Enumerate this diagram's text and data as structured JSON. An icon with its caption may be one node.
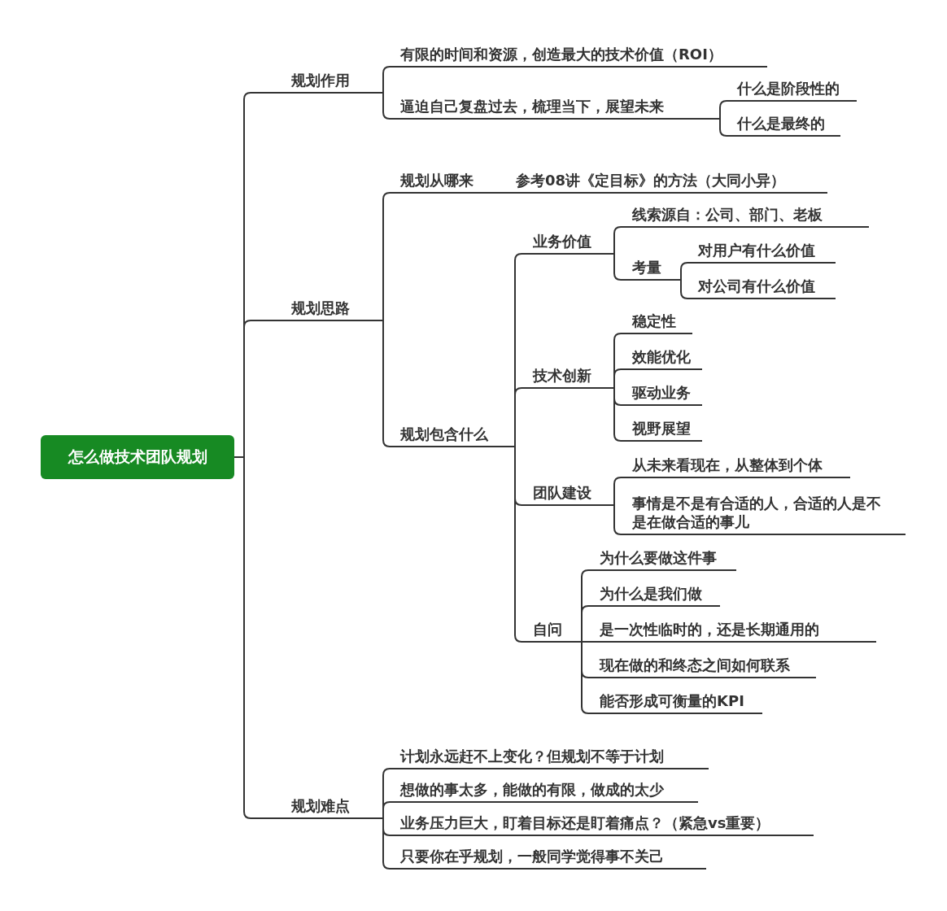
{
  "diagram": {
    "nodes": [
      {
        "text": [
          "怎么做技术团队规划"
        ]
      },
      {
        "text": [
          "规划作用"
        ]
      },
      {
        "text": [
          "有限的时间和资源，创造最大的技术价值（ROI）"
        ]
      },
      {
        "text": [
          "逼迫自己复盘过去，梳理当下，展望未来"
        ]
      },
      {
        "text": [
          "什么是阶段性的"
        ]
      },
      {
        "text": [
          "什么是最终的"
        ]
      },
      {
        "text": [
          "规划思路"
        ]
      },
      {
        "text": [
          "规划从哪来"
        ]
      },
      {
        "text": [
          "参考08讲《定目标》的方法（大同小异）"
        ]
      },
      {
        "text": [
          "规划包含什么"
        ]
      },
      {
        "text": [
          "业务价值"
        ]
      },
      {
        "text": [
          "线索源自：公司、部门、老板"
        ]
      },
      {
        "text": [
          "考量"
        ]
      },
      {
        "text": [
          "对用户有什么价值"
        ]
      },
      {
        "text": [
          "对公司有什么价值"
        ]
      },
      {
        "text": [
          "技术创新"
        ]
      },
      {
        "text": [
          "稳定性"
        ]
      },
      {
        "text": [
          "效能优化"
        ]
      },
      {
        "text": [
          "驱动业务"
        ]
      },
      {
        "text": [
          "视野展望"
        ]
      },
      {
        "text": [
          "团队建设"
        ]
      },
      {
        "text": [
          "从未来看现在，从整体到个体"
        ]
      },
      {
        "text": [
          "事情是不是有合适的人，合适的人是不是在做合适的事儿"
        ]
      },
      {
        "text": [
          "自问"
        ]
      },
      {
        "text": [
          "为什么要做这件事"
        ]
      },
      {
        "text": [
          "为什么是我们做"
        ]
      },
      {
        "text": [
          "是一次性临时的，还是长期通用的"
        ]
      },
      {
        "text": [
          "现在做的和终态之间如何联系"
        ]
      },
      {
        "text": [
          "能否形成可衡量的KPI"
        ]
      },
      {
        "text": [
          "规划难点"
        ]
      },
      {
        "text": [
          "计划永远赶不上变化？但规划不等于计划"
        ]
      },
      {
        "text": [
          "想做的事太多，能做的有限，做成的太少"
        ]
      },
      {
        "text": [
          "业务压力巨大，盯着目标还是盯着痛点？（紧急vs重要）"
        ]
      },
      {
        "text": [
          "只要你在乎规划，一般同学觉得事不关己"
        ]
      }
    ],
    "edges": [
      {
        "from": 0,
        "to": 1,
        "arrow": "none"
      },
      {
        "from": 1,
        "to": 2,
        "arrow": "none"
      },
      {
        "from": 1,
        "to": 3,
        "arrow": "none"
      },
      {
        "from": 3,
        "to": 4,
        "arrow": "none"
      },
      {
        "from": 3,
        "to": 5,
        "arrow": "none"
      },
      {
        "from": 0,
        "to": 6,
        "arrow": "none"
      },
      {
        "from": 6,
        "to": 7,
        "arrow": "none"
      },
      {
        "from": 7,
        "to": 8,
        "arrow": "none"
      },
      {
        "from": 6,
        "to": 9,
        "arrow": "none"
      },
      {
        "from": 9,
        "to": 10,
        "arrow": "none"
      },
      {
        "from": 10,
        "to": 11,
        "arrow": "none"
      },
      {
        "from": 10,
        "to": 12,
        "arrow": "none"
      },
      {
        "from": 12,
        "to": 13,
        "arrow": "none"
      },
      {
        "from": 12,
        "to": 14,
        "arrow": "none"
      },
      {
        "from": 9,
        "to": 15,
        "arrow": "none"
      },
      {
        "from": 15,
        "to": 16,
        "arrow": "none"
      },
      {
        "from": 15,
        "to": 17,
        "arrow": "none"
      },
      {
        "from": 15,
        "to": 18,
        "arrow": "none"
      },
      {
        "from": 15,
        "to": 19,
        "arrow": "none"
      },
      {
        "from": 9,
        "to": 20,
        "arrow": "none"
      },
      {
        "from": 20,
        "to": 21,
        "arrow": "none"
      },
      {
        "from": 20,
        "to": 22,
        "arrow": "none"
      },
      {
        "from": 9,
        "to": 23,
        "arrow": "none"
      },
      {
        "from": 23,
        "to": 24,
        "arrow": "none"
      },
      {
        "from": 23,
        "to": 25,
        "arrow": "none"
      },
      {
        "from": 23,
        "to": 26,
        "arrow": "none"
      },
      {
        "from": 23,
        "to": 27,
        "arrow": "none"
      },
      {
        "from": 23,
        "to": 28,
        "arrow": "none"
      },
      {
        "from": 0,
        "to": 29,
        "arrow": "none"
      },
      {
        "from": 29,
        "to": 30,
        "arrow": "none"
      },
      {
        "from": 29,
        "to": 31,
        "arrow": "none"
      },
      {
        "from": 29,
        "to": 32,
        "arrow": "none"
      },
      {
        "from": 29,
        "to": 33,
        "arrow": "none"
      }
    ]
  }
}
